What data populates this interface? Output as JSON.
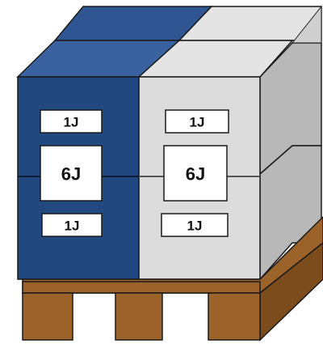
{
  "labels": {
    "blue_top": "1J",
    "blue_mid": "6J",
    "blue_bottom": "1J",
    "grey_top": "1J",
    "grey_mid": "6J",
    "grey_bottom": "1J"
  },
  "colors": {
    "blue_front": "#22497f",
    "blue_top": "#3a62a0",
    "blue_top_back": "#2f5692",
    "grey_front": "#dcdcdc",
    "grey_top": "#e4e4e4",
    "grey_side": "#b8b8b8",
    "pallet": "#9b632a",
    "pallet_dark": "#7c4c1d",
    "outline": "#1a1a1a"
  }
}
